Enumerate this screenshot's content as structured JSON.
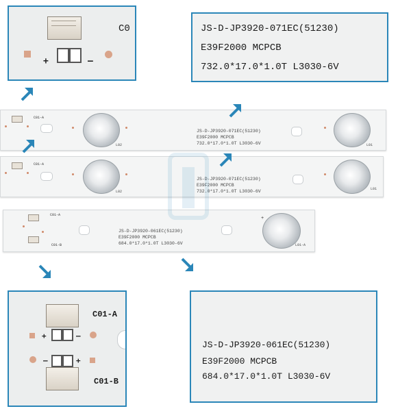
{
  "panel_top_left": {
    "connector_label": "C0",
    "plus": "+",
    "minus": "–"
  },
  "panel_top_right": {
    "line1": "JS-D-JP3920-071EC(51230)",
    "line2": "E39F2000   MCPCB",
    "line3": "732.0*17.0*1.0T  L3030-6V"
  },
  "strip_a": {
    "connector_label": "C01-A",
    "line1": "JS-D-JP3920-071EC(51230)",
    "line2": "E39F2000   MCPCB",
    "line3": "732.0*17.0*1.0T  L3030-6V",
    "lens_left_label": "L02",
    "lens_right_label": "L01"
  },
  "strip_b": {
    "connector_label": "C01-A",
    "line1": "JS-D-JP3920-071EC(51230)",
    "line2": "E39F2000   MCPCB",
    "line3": "732.0*17.0*1.0T  L3030-6V",
    "lens_left_label": "L02",
    "lens_right_label": "L01"
  },
  "strip_c": {
    "connector_a_label": "C01-A",
    "connector_b_label": "C01-B",
    "line1": "JS-D-JP3920-061EC(51230)",
    "line2": "E39F2000   MCPCB",
    "line3": "684.0*17.0*1.0T  L3030-6V",
    "lens_label": "L01-A",
    "plus": "+"
  },
  "panel_bottom_left": {
    "connector_a_label": "C01-A",
    "connector_b_label": "C01-B",
    "plus": "+",
    "minus": "–"
  },
  "panel_bottom_right": {
    "line1": "JS-D-JP3920-061EC(51230)",
    "line2": "E39F2000   MCPCB",
    "line3": "684.0*17.0*1.0T  L3030-6V"
  },
  "colors": {
    "accent": "#2a86b8",
    "pad": "#d9a48a",
    "board": "#f4f5f5"
  }
}
